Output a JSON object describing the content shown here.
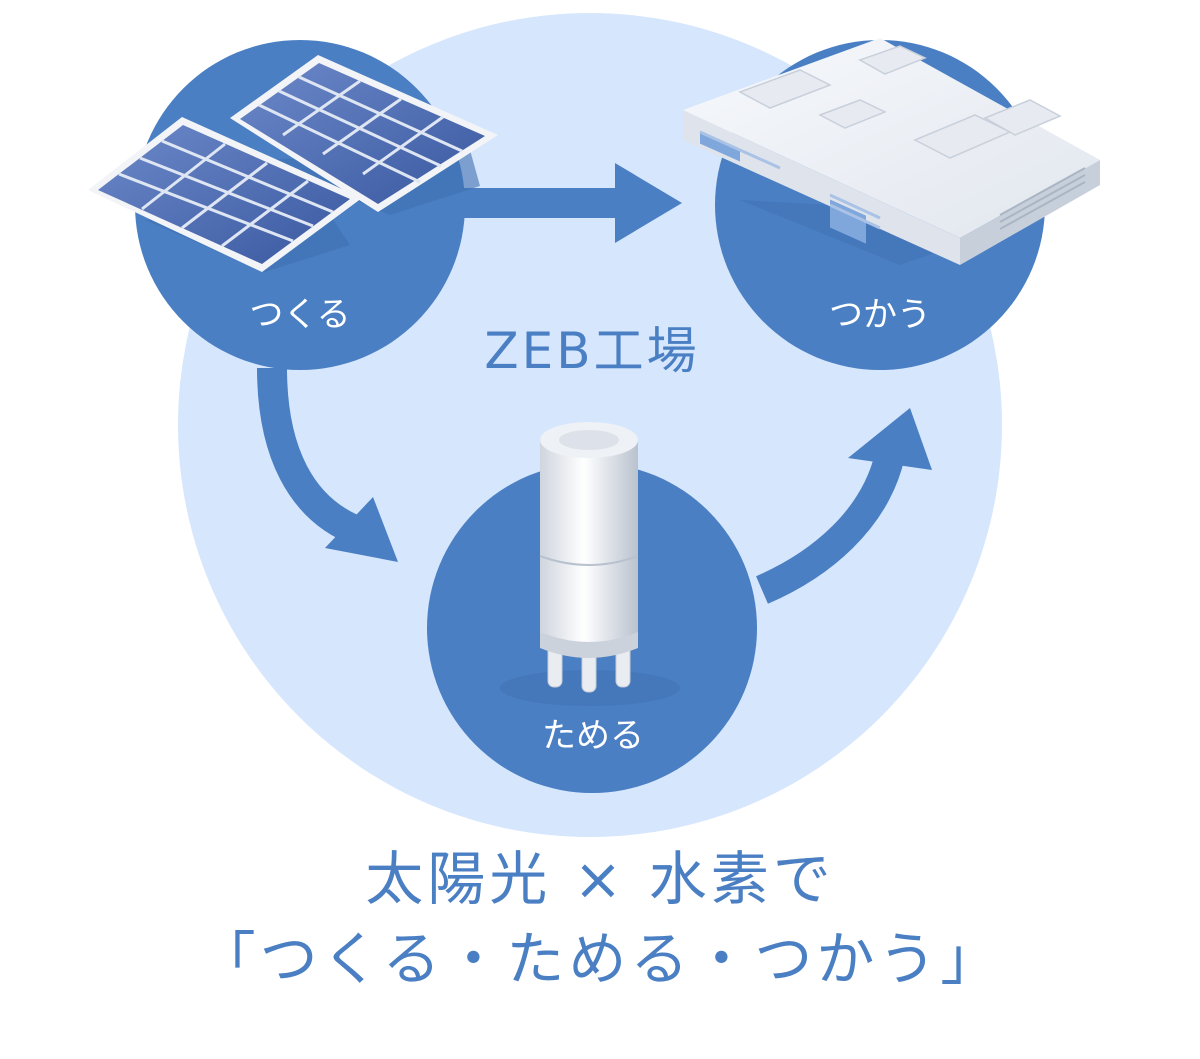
{
  "center": {
    "title": "ZEB工場"
  },
  "nodes": {
    "make": {
      "label": "つくる"
    },
    "use": {
      "label": "つかう"
    },
    "store": {
      "label": "ためる"
    }
  },
  "caption": {
    "line1": "太陽光 × 水素で",
    "line2": "「つくる・ためる・つかう」"
  },
  "colors": {
    "big_circle": "#d6e6fd",
    "node_circle": "#4a7fc3",
    "arrow": "#4a7fc3",
    "text_accent": "#4a7fc3"
  }
}
